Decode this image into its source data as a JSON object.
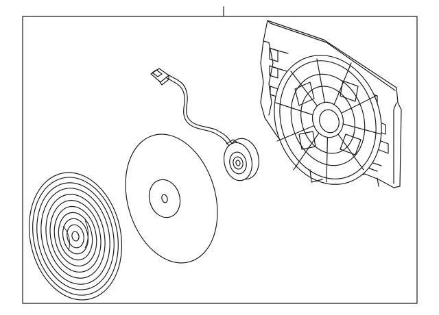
{
  "diagram": {
    "colors": {
      "line": "#1a1a1a",
      "background": "#ffffff"
    },
    "parts": [
      "fan-shroud",
      "fan-motor",
      "motor-wire-harness",
      "connector",
      "fan-disc",
      "fan-blade-wheel"
    ]
  }
}
